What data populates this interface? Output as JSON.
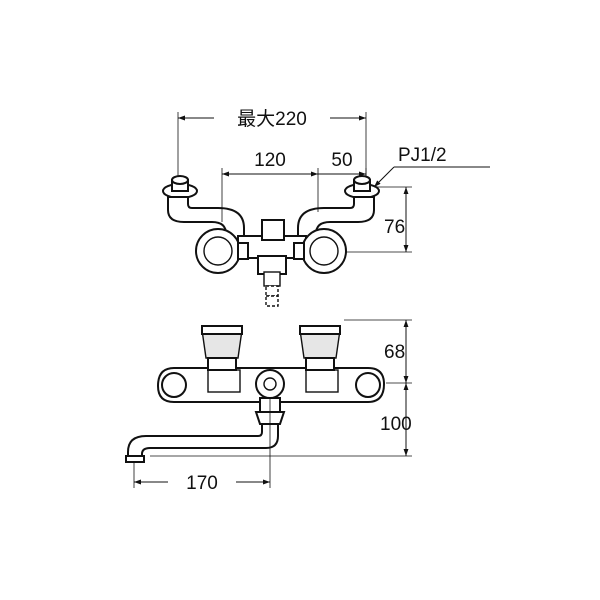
{
  "dimensions": {
    "max_width": "最大220",
    "center_spacing": "120",
    "offset": "50",
    "thread_spec": "PJ1/2",
    "elbow_height": "76",
    "handle_height": "68",
    "spout_drop": "100",
    "spout_reach": "170"
  }
}
